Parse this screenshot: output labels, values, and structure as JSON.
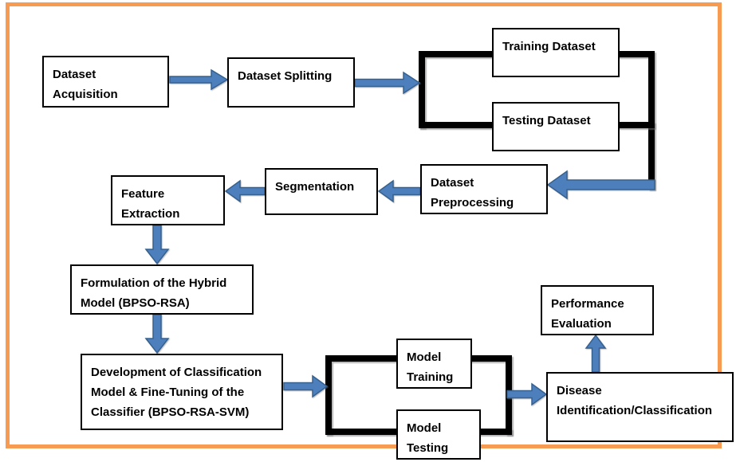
{
  "diagram": {
    "type": "flowchart",
    "frame_color": "#f79b52",
    "arrow_fill": "#4e7fbd",
    "arrow_stroke": "#36618f",
    "line_color": "#000000",
    "nodes": {
      "dataset_acquisition": {
        "lines": [
          "Dataset",
          "Acquisition"
        ]
      },
      "dataset_splitting": {
        "lines": [
          "Dataset Splitting"
        ]
      },
      "training_dataset": {
        "lines": [
          "Training Dataset"
        ]
      },
      "testing_dataset": {
        "lines": [
          "Testing Dataset"
        ]
      },
      "dataset_preprocessing": {
        "lines": [
          "Dataset",
          "Preprocessing"
        ]
      },
      "segmentation": {
        "lines": [
          "Segmentation"
        ]
      },
      "feature_extraction": {
        "lines": [
          "Feature",
          "Extraction"
        ]
      },
      "hybrid_model_formulation": {
        "lines": [
          "Formulation of the Hybrid",
          "Model (BPSO-RSA)"
        ]
      },
      "classifier_development": {
        "lines": [
          "Development of Classification",
          "Model & Fine-Tuning of the",
          "Classifier (BPSO-RSA-SVM)"
        ]
      },
      "model_training": {
        "lines": [
          "Model",
          "Training"
        ]
      },
      "model_testing": {
        "lines": [
          "Model",
          "Testing"
        ]
      },
      "disease_identification": {
        "lines": [
          "Disease",
          "Identification/Classification"
        ]
      },
      "performance_evaluation": {
        "lines": [
          "Performance",
          "Evaluation"
        ]
      }
    },
    "connections": [
      {
        "from": "Dataset Acquisition",
        "to": "Dataset Splitting"
      },
      {
        "from": "Dataset Splitting",
        "to": "Training Dataset / Testing Dataset"
      },
      {
        "from": "Training Dataset / Testing Dataset",
        "to": "Dataset Preprocessing"
      },
      {
        "from": "Dataset Preprocessing",
        "to": "Segmentation"
      },
      {
        "from": "Segmentation",
        "to": "Feature Extraction"
      },
      {
        "from": "Feature Extraction",
        "to": "Formulation of the Hybrid Model (BPSO-RSA)"
      },
      {
        "from": "Formulation of the Hybrid Model (BPSO-RSA)",
        "to": "Development of Classification Model & Fine-Tuning of the Classifier (BPSO-RSA-SVM)"
      },
      {
        "from": "Development of Classification Model & Fine-Tuning of the Classifier (BPSO-RSA-SVM)",
        "to": "Model Training / Model Testing"
      },
      {
        "from": "Model Training / Model Testing",
        "to": "Disease Identification/Classification"
      },
      {
        "from": "Disease Identification/Classification",
        "to": "Performance Evaluation"
      }
    ]
  }
}
